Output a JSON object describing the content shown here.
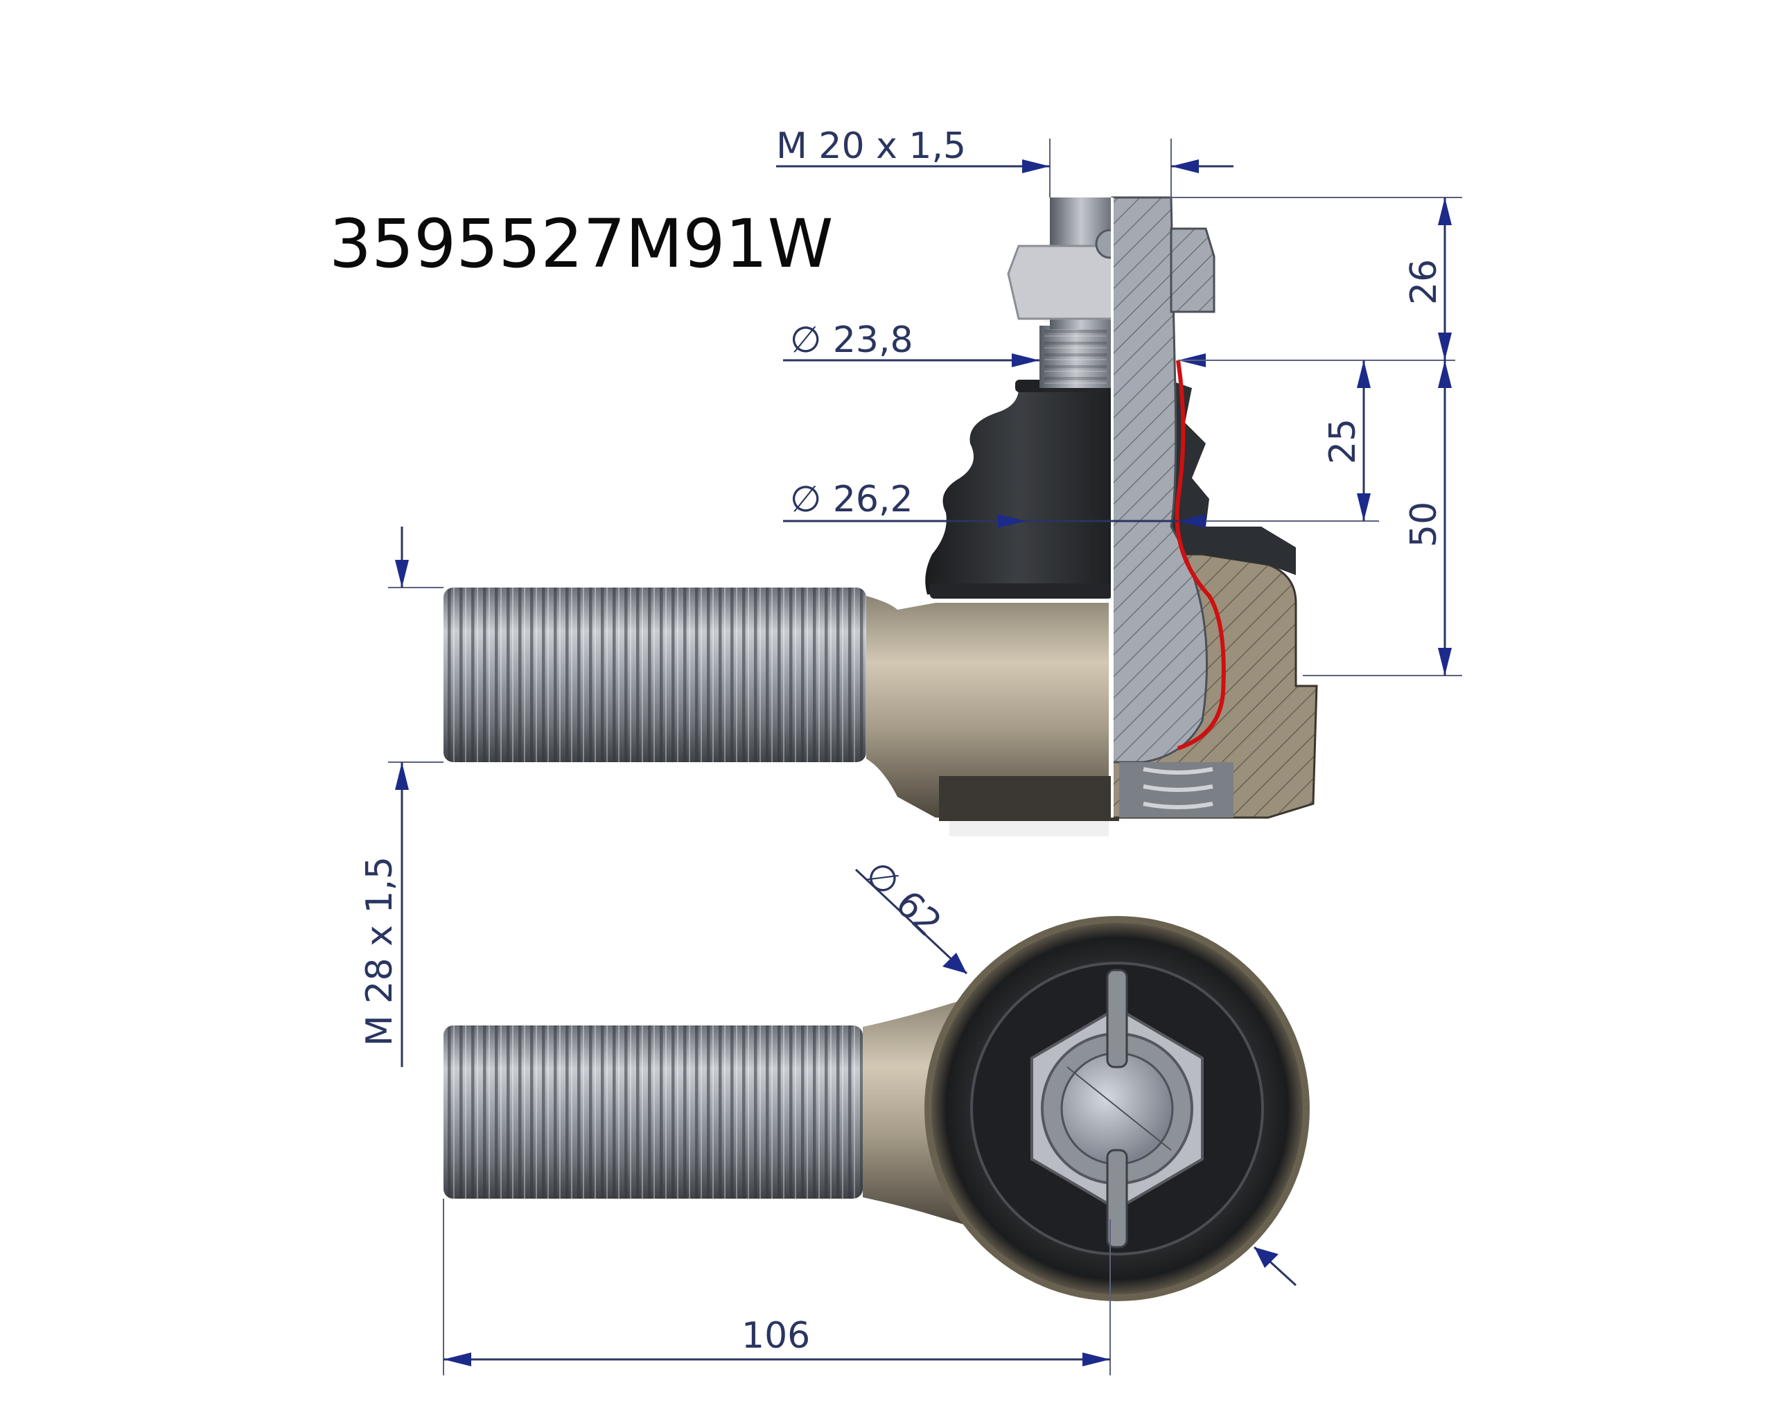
{
  "part_number": "3595527M91W",
  "dimensions": {
    "thread_top": "M 20  x 1,5",
    "dia_upper": "∅  23,8",
    "dia_boot": "∅  26,2",
    "height_top": "26",
    "height_mid": "25",
    "height_total": "50",
    "thread_shank": "M 28  x 1,5",
    "dia_eye": "∅ 62",
    "length": "106"
  },
  "colors": {
    "dimension": "#2a3560",
    "arrow": "#1c2a8a",
    "section_line": "#d01010",
    "steel": "#9aa0aa",
    "boot": "#2a2d30",
    "housing": "#b8ad9a"
  }
}
